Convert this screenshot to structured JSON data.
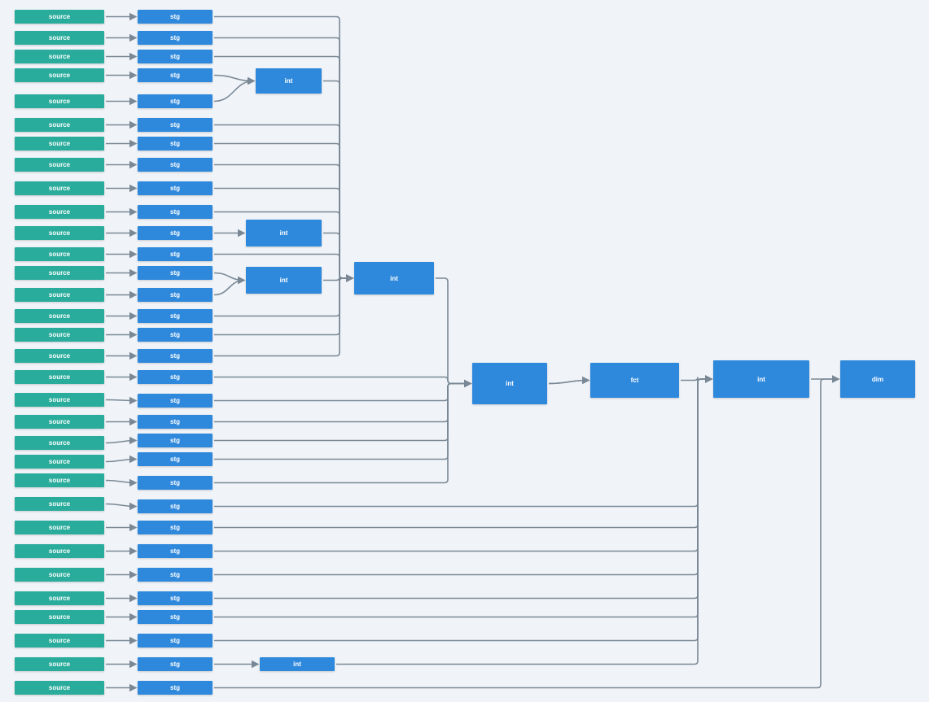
{
  "colors": {
    "source": "#2aac9c",
    "model": "#2e88dc",
    "edge": "#7a8896",
    "background": "#f0f4f8"
  },
  "labels": {
    "source": "source",
    "stg": "stg",
    "int": "int",
    "fct": "fct",
    "dim": "dim"
  },
  "nodes": [
    {
      "id": "src01",
      "type": "source"
    },
    {
      "id": "src02",
      "type": "source"
    },
    {
      "id": "src03",
      "type": "source"
    },
    {
      "id": "src04",
      "type": "source"
    },
    {
      "id": "src05",
      "type": "source"
    },
    {
      "id": "src06",
      "type": "source"
    },
    {
      "id": "src07",
      "type": "source"
    },
    {
      "id": "src08",
      "type": "source"
    },
    {
      "id": "src09",
      "type": "source"
    },
    {
      "id": "src10",
      "type": "source"
    },
    {
      "id": "src11",
      "type": "source"
    },
    {
      "id": "src12",
      "type": "source"
    },
    {
      "id": "src13",
      "type": "source"
    },
    {
      "id": "src14",
      "type": "source"
    },
    {
      "id": "src15",
      "type": "source"
    },
    {
      "id": "src16",
      "type": "source"
    },
    {
      "id": "src17",
      "type": "source"
    },
    {
      "id": "src18",
      "type": "source"
    },
    {
      "id": "src19",
      "type": "source"
    },
    {
      "id": "src20",
      "type": "source"
    },
    {
      "id": "src21",
      "type": "source"
    },
    {
      "id": "src22",
      "type": "source"
    },
    {
      "id": "src23",
      "type": "source"
    },
    {
      "id": "src24",
      "type": "source"
    },
    {
      "id": "src25",
      "type": "source"
    },
    {
      "id": "src26",
      "type": "source"
    },
    {
      "id": "src27",
      "type": "source"
    },
    {
      "id": "src28",
      "type": "source"
    },
    {
      "id": "src29",
      "type": "source"
    },
    {
      "id": "src30",
      "type": "source"
    },
    {
      "id": "src31",
      "type": "source"
    },
    {
      "id": "src32",
      "type": "source"
    },
    {
      "id": "stg01",
      "type": "stg"
    },
    {
      "id": "stg02",
      "type": "stg"
    },
    {
      "id": "stg03",
      "type": "stg"
    },
    {
      "id": "stg04",
      "type": "stg"
    },
    {
      "id": "stg05",
      "type": "stg"
    },
    {
      "id": "stg06",
      "type": "stg"
    },
    {
      "id": "stg07",
      "type": "stg"
    },
    {
      "id": "stg08",
      "type": "stg"
    },
    {
      "id": "stg09",
      "type": "stg"
    },
    {
      "id": "stg10",
      "type": "stg"
    },
    {
      "id": "stg11",
      "type": "stg"
    },
    {
      "id": "stg12",
      "type": "stg"
    },
    {
      "id": "stg13",
      "type": "stg"
    },
    {
      "id": "stg14",
      "type": "stg"
    },
    {
      "id": "stg15",
      "type": "stg"
    },
    {
      "id": "stg16",
      "type": "stg"
    },
    {
      "id": "stg17",
      "type": "stg"
    },
    {
      "id": "stg18",
      "type": "stg"
    },
    {
      "id": "stg19",
      "type": "stg"
    },
    {
      "id": "stg20",
      "type": "stg"
    },
    {
      "id": "stg21",
      "type": "stg"
    },
    {
      "id": "stg22",
      "type": "stg"
    },
    {
      "id": "stg23",
      "type": "stg"
    },
    {
      "id": "stg24",
      "type": "stg"
    },
    {
      "id": "stg25",
      "type": "stg"
    },
    {
      "id": "stg26",
      "type": "stg"
    },
    {
      "id": "stg27",
      "type": "stg"
    },
    {
      "id": "stg28",
      "type": "stg"
    },
    {
      "id": "stg29",
      "type": "stg"
    },
    {
      "id": "stg30",
      "type": "stg"
    },
    {
      "id": "stg31",
      "type": "stg"
    },
    {
      "id": "stg32",
      "type": "stg"
    },
    {
      "id": "intA",
      "type": "int"
    },
    {
      "id": "intB",
      "type": "int"
    },
    {
      "id": "intC",
      "type": "int"
    },
    {
      "id": "intD",
      "type": "int"
    },
    {
      "id": "intE",
      "type": "int"
    },
    {
      "id": "intF",
      "type": "int"
    },
    {
      "id": "intG",
      "type": "int"
    },
    {
      "id": "fct1",
      "type": "fct"
    },
    {
      "id": "dim1",
      "type": "dim"
    }
  ],
  "edges": [
    [
      "src01",
      "stg01"
    ],
    [
      "src02",
      "stg02"
    ],
    [
      "src03",
      "stg03"
    ],
    [
      "src04",
      "stg04"
    ],
    [
      "src05",
      "stg05"
    ],
    [
      "src06",
      "stg06"
    ],
    [
      "src07",
      "stg07"
    ],
    [
      "src08",
      "stg08"
    ],
    [
      "src09",
      "stg09"
    ],
    [
      "src10",
      "stg10"
    ],
    [
      "src11",
      "stg11"
    ],
    [
      "src12",
      "stg12"
    ],
    [
      "src13",
      "stg13"
    ],
    [
      "src14",
      "stg14"
    ],
    [
      "src15",
      "stg15"
    ],
    [
      "src16",
      "stg16"
    ],
    [
      "src17",
      "stg17"
    ],
    [
      "src18",
      "stg18"
    ],
    [
      "src19",
      "stg19"
    ],
    [
      "src20",
      "stg20"
    ],
    [
      "src21",
      "stg21"
    ],
    [
      "src22",
      "stg22"
    ],
    [
      "src23",
      "stg23"
    ],
    [
      "src24",
      "stg24"
    ],
    [
      "src25",
      "stg25"
    ],
    [
      "src26",
      "stg26"
    ],
    [
      "src27",
      "stg27"
    ],
    [
      "src28",
      "stg28"
    ],
    [
      "src29",
      "stg29"
    ],
    [
      "src30",
      "stg30"
    ],
    [
      "src31",
      "stg31"
    ],
    [
      "src32",
      "stg32"
    ],
    [
      "stg04",
      "intA"
    ],
    [
      "stg05",
      "intA"
    ],
    [
      "stg11",
      "intB"
    ],
    [
      "stg13",
      "intC"
    ],
    [
      "stg14",
      "intC"
    ],
    [
      "stg01",
      "intD"
    ],
    [
      "stg02",
      "intD"
    ],
    [
      "stg03",
      "intD"
    ],
    [
      "intA",
      "intD"
    ],
    [
      "stg06",
      "intD"
    ],
    [
      "stg07",
      "intD"
    ],
    [
      "stg08",
      "intD"
    ],
    [
      "stg09",
      "intD"
    ],
    [
      "stg10",
      "intD"
    ],
    [
      "intB",
      "intD"
    ],
    [
      "stg12",
      "intD"
    ],
    [
      "intC",
      "intD"
    ],
    [
      "stg15",
      "intD"
    ],
    [
      "stg16",
      "intD"
    ],
    [
      "stg17",
      "intD"
    ],
    [
      "intD",
      "intE"
    ],
    [
      "stg18",
      "intE"
    ],
    [
      "stg19",
      "intE"
    ],
    [
      "stg20",
      "intE"
    ],
    [
      "stg21",
      "intE"
    ],
    [
      "stg22",
      "intE"
    ],
    [
      "stg23",
      "intE"
    ],
    [
      "intE",
      "fct1"
    ],
    [
      "intE",
      "fct1"
    ],
    [
      "fct1",
      "intF"
    ],
    [
      "stg24",
      "intF"
    ],
    [
      "stg25",
      "intF"
    ],
    [
      "stg26",
      "intF"
    ],
    [
      "stg27",
      "intF"
    ],
    [
      "stg28",
      "intF"
    ],
    [
      "stg29",
      "intF"
    ],
    [
      "stg30",
      "intF"
    ],
    [
      "stg31",
      "intG"
    ],
    [
      "intG",
      "intF"
    ],
    [
      "intF",
      "dim1"
    ],
    [
      "stg32",
      "dim1"
    ]
  ]
}
